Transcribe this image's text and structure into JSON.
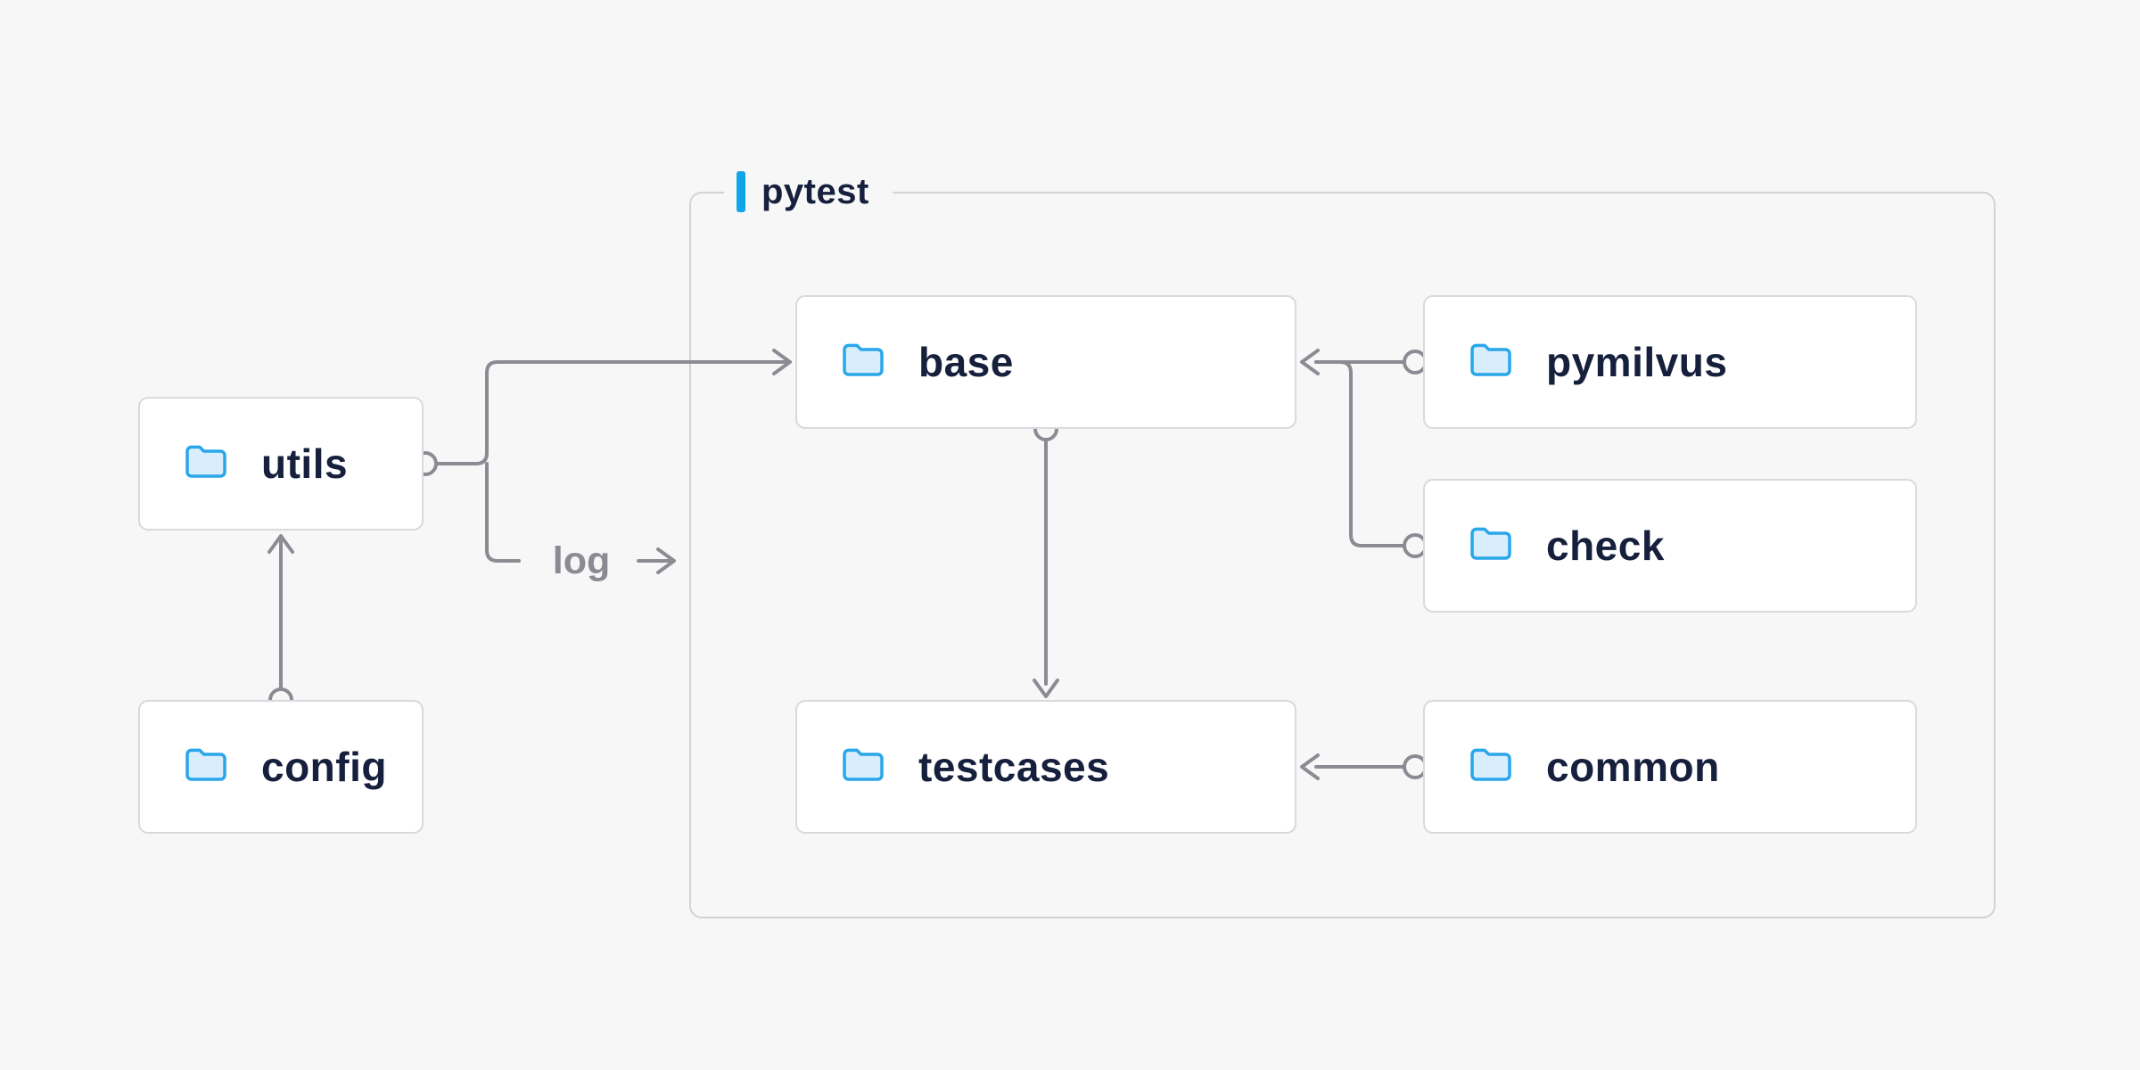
{
  "diagram": {
    "container": {
      "label": "pytest"
    },
    "nodes": {
      "utils": {
        "label": "utils"
      },
      "config": {
        "label": "config"
      },
      "base": {
        "label": "base"
      },
      "pymilvus": {
        "label": "pymilvus"
      },
      "check": {
        "label": "check"
      },
      "testcases": {
        "label": "testcases"
      },
      "common": {
        "label": "common"
      }
    },
    "edges": [
      {
        "from": "utils",
        "to": "base"
      },
      {
        "from": "utils",
        "to": "pytest-container",
        "label": "log"
      },
      {
        "from": "base",
        "to": "testcases"
      },
      {
        "from": "pymilvus",
        "to": "base"
      },
      {
        "from": "check",
        "to": "base"
      },
      {
        "from": "common",
        "to": "testcases"
      },
      {
        "from": "config",
        "to": "utils"
      }
    ],
    "edge_labels": {
      "log": "log"
    },
    "colors": {
      "background": "#f7f7f8",
      "node_fill": "#ffffff",
      "node_border": "#d9d9de",
      "container_border": "#d2d2d7",
      "text_dark": "#16203c",
      "line_gray": "#8b8b93",
      "accent_blue": "#10a5e9",
      "folder_fill": "#d9eefc",
      "folder_stroke": "#2aa6ea"
    }
  }
}
